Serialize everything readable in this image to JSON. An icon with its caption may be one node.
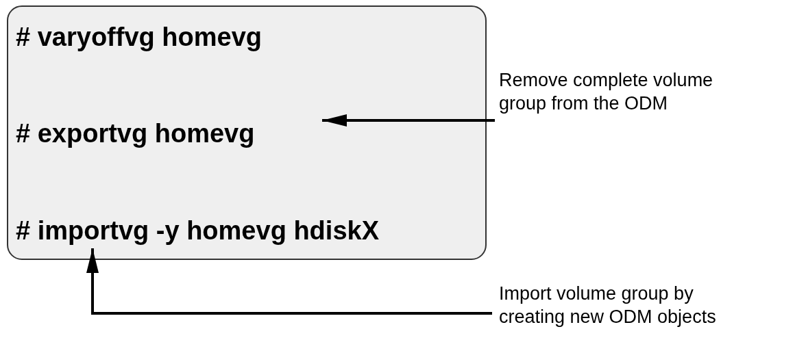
{
  "diagram": {
    "nodes": [
      {
        "text": [],
        "shape": "box"
      },
      {
        "text": [
          "# varyoffvg homevg"
        ],
        "in": 0
      },
      {
        "text": [
          "# exportvg homevg"
        ],
        "in": 0
      },
      {
        "text": [
          "# importvg -y homevg hdiskX"
        ],
        "in": 0
      },
      {
        "text": [
          "Remove complete volume group from the ODM"
        ]
      },
      {
        "text": [
          "Import volume group by creating new ODM objects"
        ]
      }
    ],
    "edges": [
      {
        "from": 4,
        "to": 2,
        "arrow": "to"
      },
      {
        "from": 5,
        "to": 3,
        "arrow": "to"
      }
    ]
  }
}
